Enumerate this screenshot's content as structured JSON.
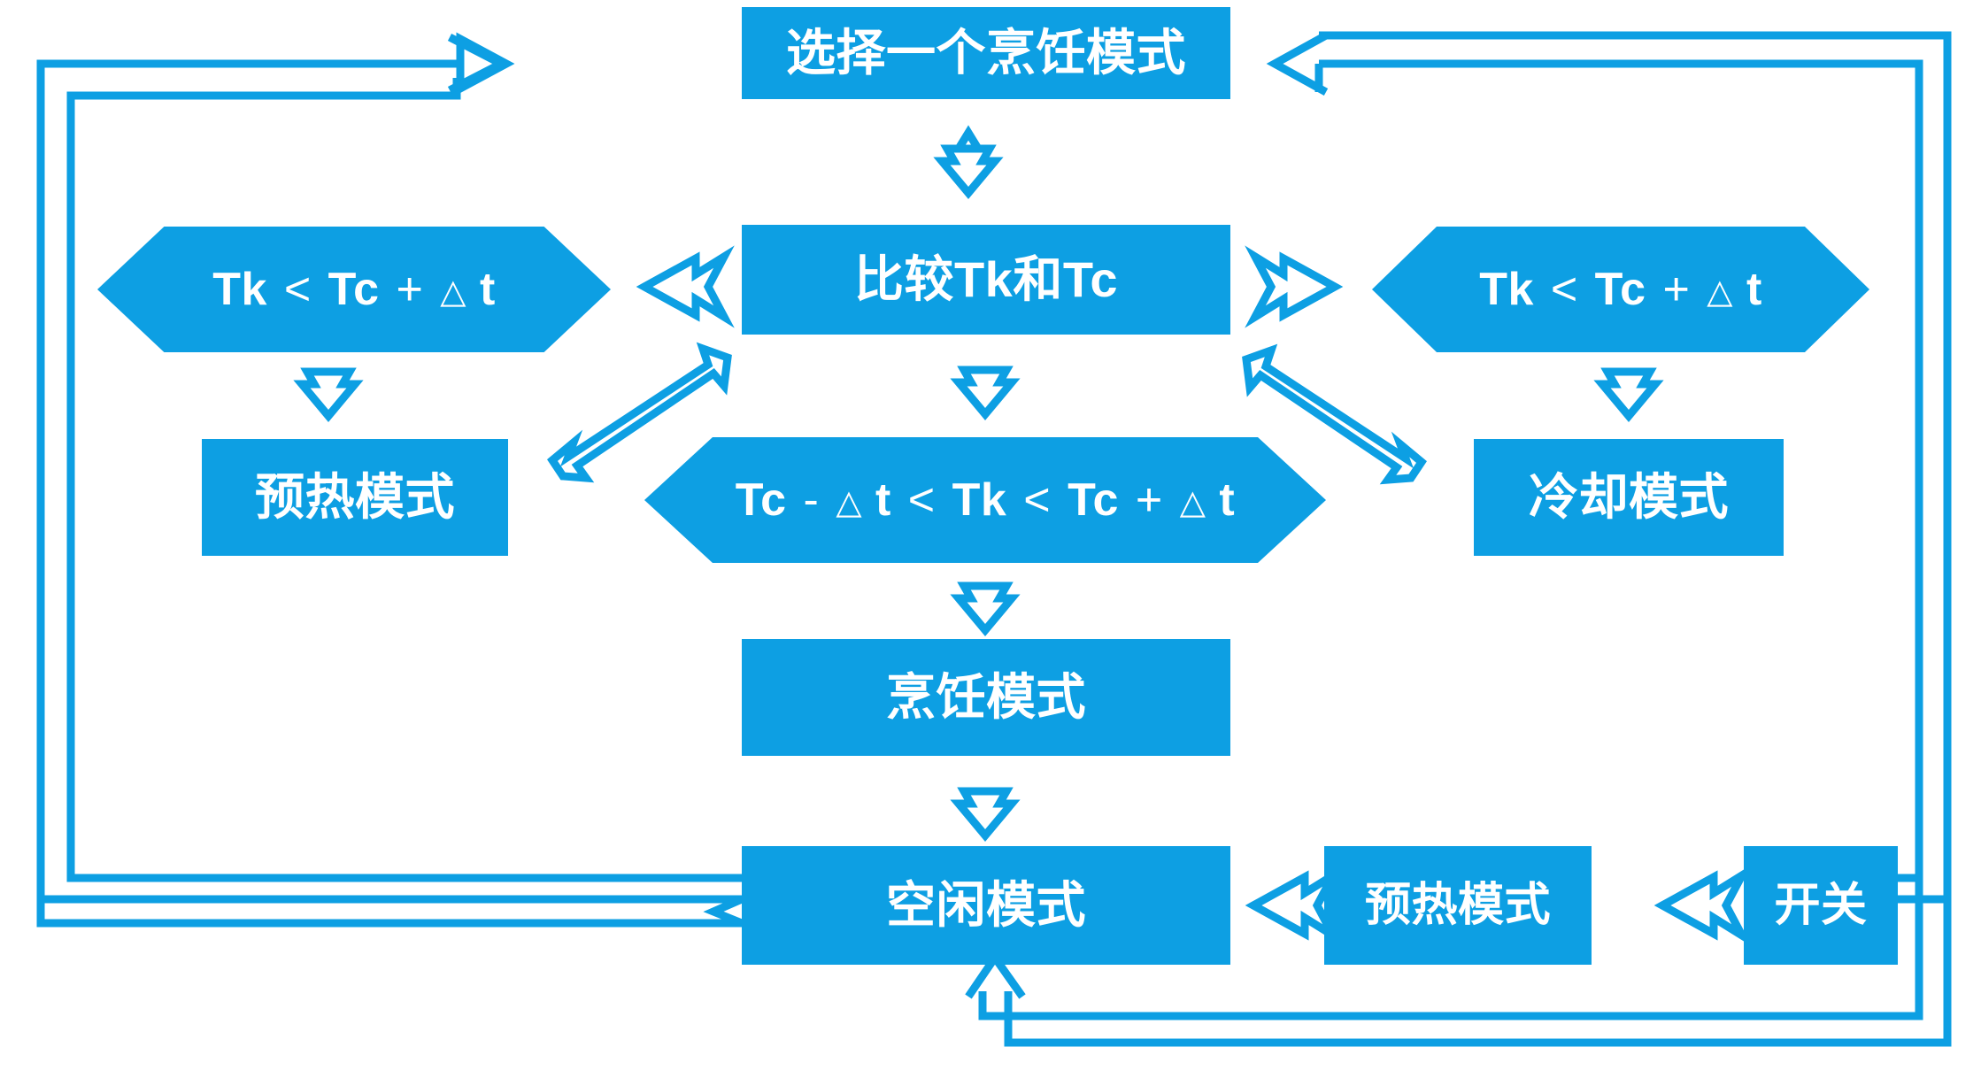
{
  "meta": {
    "title": "烹饪模式控制流程图",
    "accent": "#0d9fe3",
    "background": "#ffffff",
    "text_color": "#ffffff"
  },
  "nodes": {
    "select_mode": {
      "label": "选择一个烹饪模式",
      "shape": "rect"
    },
    "compare": {
      "label": "比较Tk和Tc",
      "shape": "rect"
    },
    "cond_left": {
      "a": "Tk",
      "op1": "<",
      "b": "Tc",
      "op2": "+",
      "tri": "△",
      "t": "t",
      "shape": "hexagon"
    },
    "cond_right": {
      "a": "Tk",
      "op1": "<",
      "b": "Tc",
      "op2": "+",
      "tri": "△",
      "t": "t",
      "shape": "hexagon"
    },
    "cond_center": {
      "a": "Tc",
      "op0": "-",
      "tri1": "△",
      "t1": "t",
      "op1": "<",
      "b": "Tk",
      "op2": "<",
      "c": "Tc",
      "op3": "+",
      "tri2": "△",
      "t2": "t",
      "shape": "hexagon"
    },
    "preheat_left": {
      "label": "预热模式",
      "shape": "rect"
    },
    "cooling_right": {
      "label": "冷却模式",
      "shape": "rect"
    },
    "cooking": {
      "label": "烹饪模式",
      "shape": "rect"
    },
    "idle": {
      "label": "空闲模式",
      "shape": "rect"
    },
    "preheat_bottom": {
      "label": "预热模式",
      "shape": "rect"
    },
    "switch": {
      "label": "开关",
      "shape": "rect"
    }
  },
  "edges": [
    {
      "name": "select-to-compare",
      "from": "select_mode",
      "to": "compare",
      "direction": "down",
      "style": "hollow-arrow"
    },
    {
      "name": "compare-to-cond-left",
      "from": "compare",
      "to": "cond_left",
      "direction": "left",
      "style": "hollow-arrow"
    },
    {
      "name": "compare-to-cond-right",
      "from": "compare",
      "to": "cond_right",
      "direction": "right",
      "style": "hollow-arrow"
    },
    {
      "name": "compare-to-cond-center",
      "from": "compare",
      "to": "cond_center",
      "direction": "down",
      "style": "hollow-arrow"
    },
    {
      "name": "cond-left-to-preheat",
      "from": "cond_left",
      "to": "preheat_left",
      "direction": "down",
      "style": "hollow-arrow"
    },
    {
      "name": "cond-right-to-cooling",
      "from": "cond_right",
      "to": "cooling_right",
      "direction": "down",
      "style": "hollow-arrow"
    },
    {
      "name": "preheat-to-compare",
      "from": "preheat_left",
      "to": "compare",
      "direction": "up-right",
      "style": "hollow-arrow-diagonal"
    },
    {
      "name": "cooling-to-compare",
      "from": "cooling_right",
      "to": "compare",
      "direction": "up-left",
      "style": "hollow-arrow-diagonal"
    },
    {
      "name": "cond-center-to-cooking",
      "from": "cond_center",
      "to": "cooking",
      "direction": "down",
      "style": "hollow-arrow"
    },
    {
      "name": "cooking-to-idle",
      "from": "cooking",
      "to": "idle",
      "direction": "down",
      "style": "hollow-arrow"
    },
    {
      "name": "preheat-bottom-to-idle",
      "from": "preheat_bottom",
      "to": "idle",
      "direction": "left",
      "style": "hollow-arrow"
    },
    {
      "name": "switch-to-preheat-bottom",
      "from": "switch",
      "to": "preheat_bottom",
      "direction": "left",
      "style": "hollow-arrow"
    },
    {
      "name": "idle-loop-to-select",
      "from": "idle",
      "to": "select_mode",
      "direction": "left-up-right",
      "style": "hollow-arrow-route"
    },
    {
      "name": "outer-loop-to-select",
      "from": "idle",
      "to": "select_mode",
      "direction": "left-up-right-outer",
      "style": "hollow-arrow-route"
    },
    {
      "name": "switch-loop-to-idle",
      "from": "switch",
      "to": "idle",
      "direction": "right-down-left",
      "style": "hollow-arrow-route"
    },
    {
      "name": "switch-loop-to-select",
      "from": "switch",
      "to": "select_mode",
      "direction": "right-up-left",
      "style": "hollow-arrow-route"
    }
  ]
}
